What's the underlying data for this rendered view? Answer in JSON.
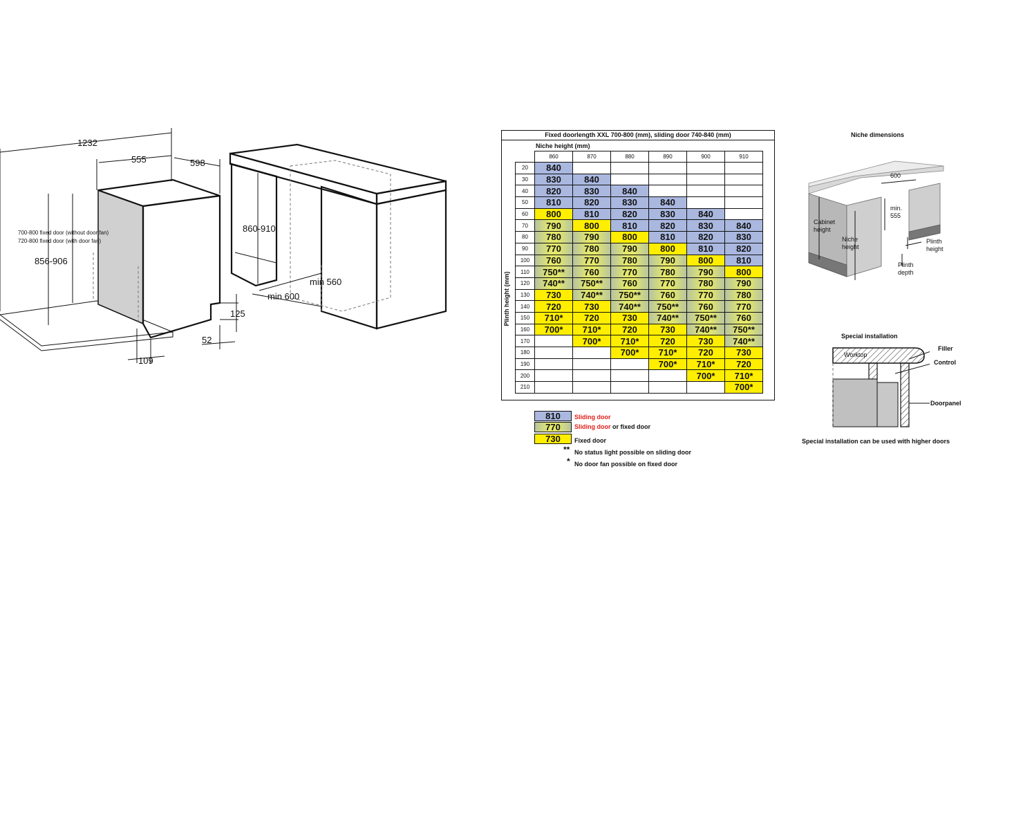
{
  "left_drawing": {
    "dims": {
      "d1232": "1232",
      "d555": "555",
      "d598": "598",
      "d856": "856-906",
      "d125": "125",
      "d52": "52",
      "d109": "109",
      "note1": "700-800 fixed door (without door fan)",
      "note2": "720-800 fixed door (with door fan)"
    }
  },
  "middle_drawing": {
    "dims": {
      "d860": "860-910",
      "min560": "min 560",
      "min600": "min 600"
    }
  },
  "table": {
    "title": "Fixed doorlength XXL 700-800 (mm), sliding door 740-840 (mm)",
    "niche_label": "Niche height (mm)",
    "plinth_label": "Plinth height (mm)",
    "columns": [
      "860",
      "870",
      "880",
      "890",
      "900",
      "910"
    ],
    "rows": [
      {
        "h": "20",
        "cells": [
          [
            "840",
            "b"
          ],
          [
            "",
            "e"
          ],
          [
            "",
            "e"
          ],
          [
            "",
            "e"
          ],
          [
            "",
            "e"
          ],
          [
            "",
            "e"
          ]
        ]
      },
      {
        "h": "30",
        "cells": [
          [
            "830",
            "b"
          ],
          [
            "840",
            "b"
          ],
          [
            "",
            "e"
          ],
          [
            "",
            "e"
          ],
          [
            "",
            "e"
          ],
          [
            "",
            "e"
          ]
        ]
      },
      {
        "h": "40",
        "cells": [
          [
            "820",
            "b"
          ],
          [
            "830",
            "b"
          ],
          [
            "840",
            "b"
          ],
          [
            "",
            "e"
          ],
          [
            "",
            "e"
          ],
          [
            "",
            "e"
          ]
        ]
      },
      {
        "h": "50",
        "cells": [
          [
            "810",
            "b"
          ],
          [
            "820",
            "b"
          ],
          [
            "830",
            "b"
          ],
          [
            "840",
            "b"
          ],
          [
            "",
            "e"
          ],
          [
            "",
            "e"
          ]
        ]
      },
      {
        "h": "60",
        "cells": [
          [
            "800",
            "y"
          ],
          [
            "810",
            "b"
          ],
          [
            "820",
            "b"
          ],
          [
            "830",
            "b"
          ],
          [
            "840",
            "b"
          ],
          [
            "",
            "e"
          ]
        ]
      },
      {
        "h": "70",
        "cells": [
          [
            "790",
            "m"
          ],
          [
            "800",
            "y"
          ],
          [
            "810",
            "b"
          ],
          [
            "820",
            "b"
          ],
          [
            "830",
            "b"
          ],
          [
            "840",
            "b"
          ]
        ]
      },
      {
        "h": "80",
        "cells": [
          [
            "780",
            "m"
          ],
          [
            "790",
            "m"
          ],
          [
            "800",
            "y"
          ],
          [
            "810",
            "b"
          ],
          [
            "820",
            "b"
          ],
          [
            "830",
            "b"
          ]
        ]
      },
      {
        "h": "90",
        "cells": [
          [
            "770",
            "m"
          ],
          [
            "780",
            "m"
          ],
          [
            "790",
            "m"
          ],
          [
            "800",
            "y"
          ],
          [
            "810",
            "b"
          ],
          [
            "820",
            "b"
          ]
        ]
      },
      {
        "h": "100",
        "cells": [
          [
            "760",
            "m"
          ],
          [
            "770",
            "m"
          ],
          [
            "780",
            "m"
          ],
          [
            "790",
            "m"
          ],
          [
            "800",
            "y"
          ],
          [
            "810",
            "b"
          ]
        ]
      },
      {
        "h": "110",
        "cells": [
          [
            "750**",
            "m"
          ],
          [
            "760",
            "m"
          ],
          [
            "770",
            "m"
          ],
          [
            "780",
            "m"
          ],
          [
            "790",
            "m"
          ],
          [
            "800",
            "y"
          ]
        ]
      },
      {
        "h": "120",
        "cells": [
          [
            "740**",
            "m"
          ],
          [
            "750**",
            "m"
          ],
          [
            "760",
            "m"
          ],
          [
            "770",
            "m"
          ],
          [
            "780",
            "m"
          ],
          [
            "790",
            "m"
          ]
        ]
      },
      {
        "h": "130",
        "cells": [
          [
            "730",
            "y"
          ],
          [
            "740**",
            "m"
          ],
          [
            "750**",
            "m"
          ],
          [
            "760",
            "m"
          ],
          [
            "770",
            "m"
          ],
          [
            "780",
            "m"
          ]
        ]
      },
      {
        "h": "140",
        "cells": [
          [
            "720",
            "y"
          ],
          [
            "730",
            "y"
          ],
          [
            "740**",
            "m"
          ],
          [
            "750**",
            "m"
          ],
          [
            "760",
            "m"
          ],
          [
            "770",
            "m"
          ]
        ]
      },
      {
        "h": "150",
        "cells": [
          [
            "710*",
            "y"
          ],
          [
            "720",
            "y"
          ],
          [
            "730",
            "y"
          ],
          [
            "740**",
            "m"
          ],
          [
            "750**",
            "m"
          ],
          [
            "760",
            "m"
          ]
        ]
      },
      {
        "h": "160",
        "cells": [
          [
            "700*",
            "y"
          ],
          [
            "710*",
            "y"
          ],
          [
            "720",
            "y"
          ],
          [
            "730",
            "y"
          ],
          [
            "740**",
            "m"
          ],
          [
            "750**",
            "m"
          ]
        ]
      },
      {
        "h": "170",
        "cells": [
          [
            "",
            "e"
          ],
          [
            "700*",
            "y"
          ],
          [
            "710*",
            "y"
          ],
          [
            "720",
            "y"
          ],
          [
            "730",
            "y"
          ],
          [
            "740**",
            "m"
          ]
        ]
      },
      {
        "h": "180",
        "cells": [
          [
            "",
            "e"
          ],
          [
            "",
            "e"
          ],
          [
            "700*",
            "y"
          ],
          [
            "710*",
            "y"
          ],
          [
            "720",
            "y"
          ],
          [
            "730",
            "y"
          ]
        ]
      },
      {
        "h": "190",
        "cells": [
          [
            "",
            "e"
          ],
          [
            "",
            "e"
          ],
          [
            "",
            "e"
          ],
          [
            "700*",
            "y"
          ],
          [
            "710*",
            "y"
          ],
          [
            "720",
            "y"
          ]
        ]
      },
      {
        "h": "200",
        "cells": [
          [
            "",
            "e"
          ],
          [
            "",
            "e"
          ],
          [
            "",
            "e"
          ],
          [
            "",
            "e"
          ],
          [
            "700*",
            "y"
          ],
          [
            "710*",
            "y"
          ]
        ]
      },
      {
        "h": "210",
        "cells": [
          [
            "",
            "e"
          ],
          [
            "",
            "e"
          ],
          [
            "",
            "e"
          ],
          [
            "",
            "e"
          ],
          [
            "",
            "e"
          ],
          [
            "700*",
            "y"
          ]
        ]
      }
    ]
  },
  "legend": {
    "blue_value": "810",
    "mix_value": "770",
    "yellow_value": "730",
    "sliding": "Sliding door",
    "sliding2": "Sliding door",
    "or_fixed": " or fixed door",
    "fixed": "Fixed door",
    "dstar": "**",
    "dstar_text": "No status light possible on sliding door",
    "star": "*",
    "star_text": "No door fan possible on fixed door"
  },
  "niche": {
    "title": "Niche dimensions",
    "d600": "600",
    "min": "min.",
    "d555": "555",
    "cabinet1": "Cabinet",
    "cabinet2": "height",
    "niche1": "Niche",
    "niche2": "height",
    "plinth1": "Plinth",
    "plinth2": "height",
    "depth1": "Plinth",
    "depth2": "depth"
  },
  "special": {
    "title": "Special installation",
    "worktop": "Worktop",
    "filler": "Filler",
    "control": "Control",
    "doorpanel": "Doorpanel",
    "note": "Special installation can be used with higher doors"
  },
  "colors": {
    "blue": "#aab8e0",
    "yellow": "#ffee00",
    "mix": "#c8d090",
    "red": "#e0201a",
    "panel_gray": "#c0c0c0"
  }
}
